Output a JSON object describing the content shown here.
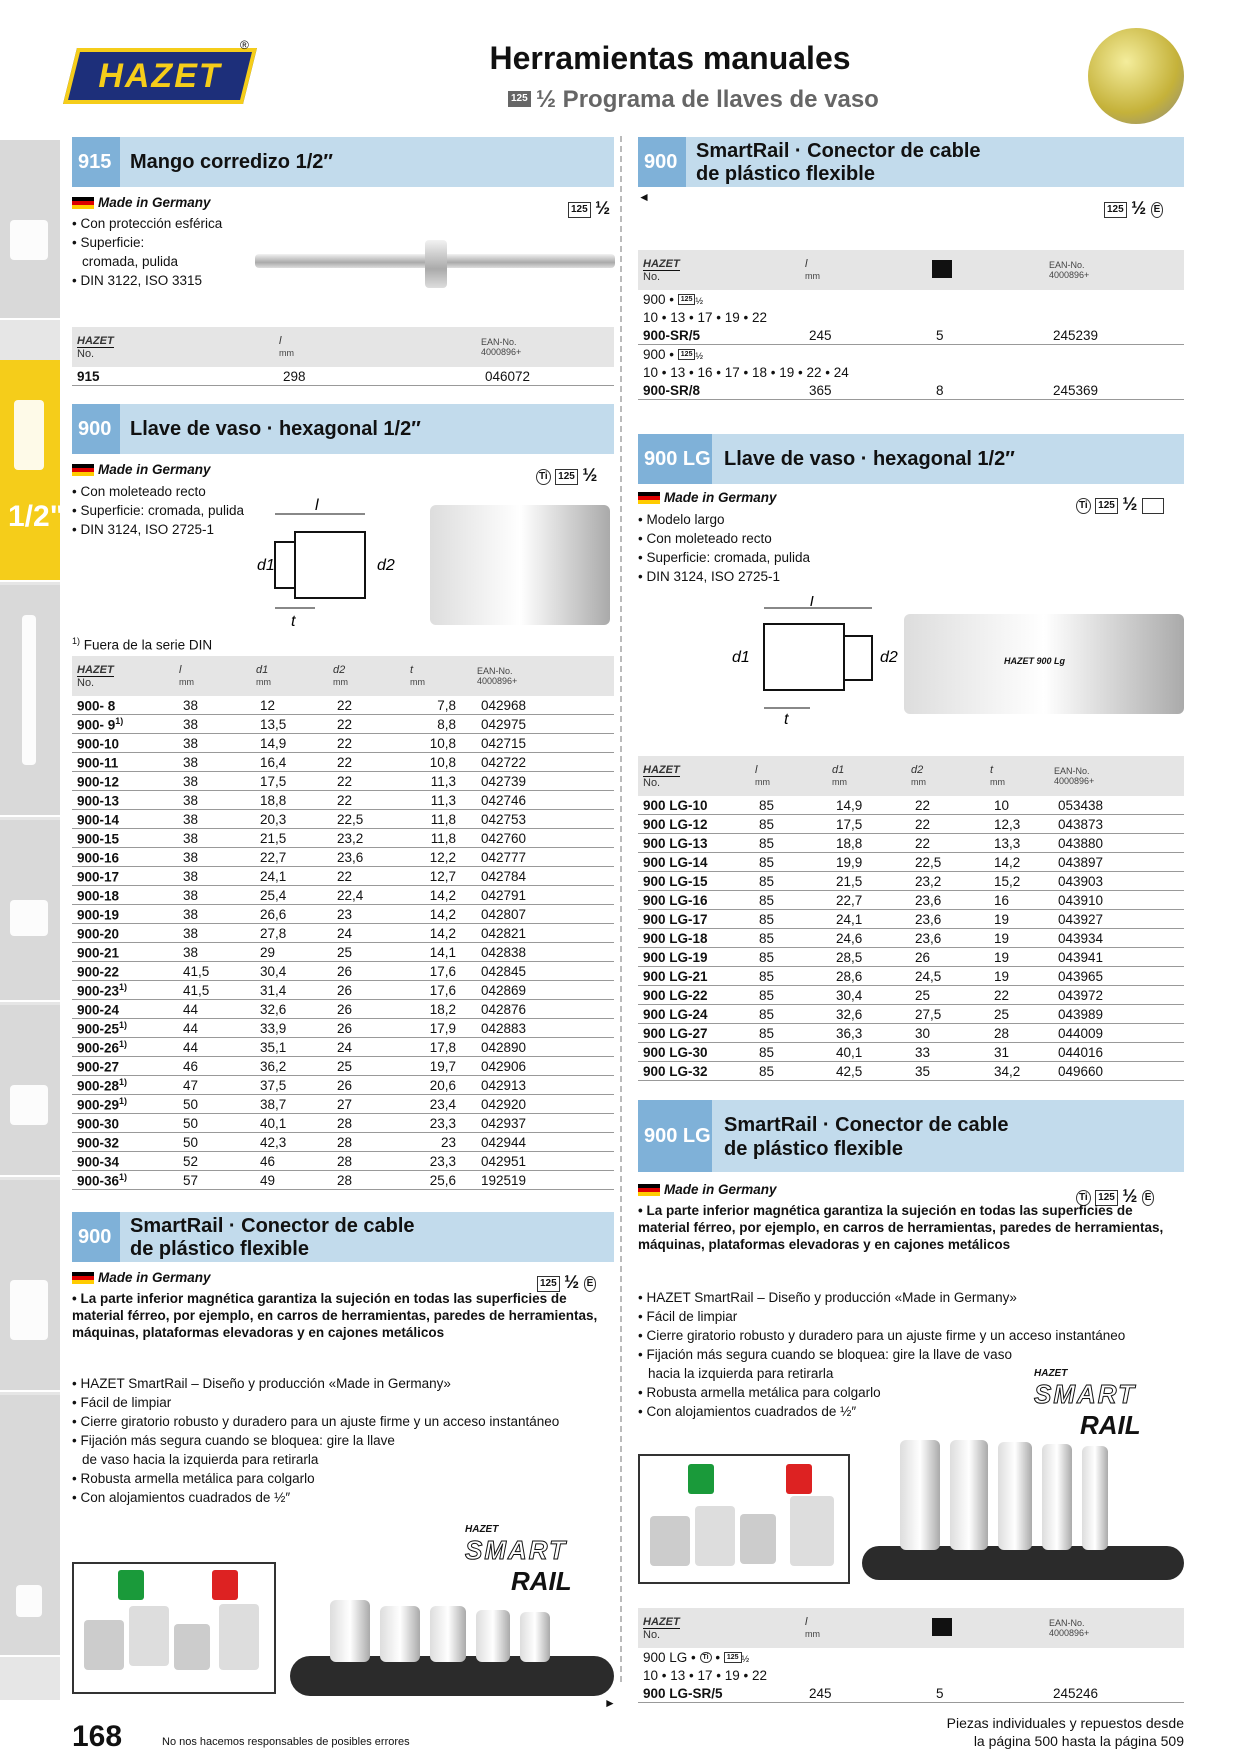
{
  "header": {
    "logo_text": "HAZET",
    "reg_mark": "®",
    "title": "Herramientas manuales",
    "subtitle_icon": "125",
    "subtitle": "½ Programa de llaves de vaso"
  },
  "sidebar": {
    "active_tab_label": "1/2\""
  },
  "sections": {
    "s915": {
      "code": "915",
      "title": "Mango corredizo 1/2″",
      "made": "Made in Germany",
      "drive": "½",
      "bullets": [
        "• Con protección esférica",
        "• Superficie:",
        "cromada, pulida",
        "• DIN 3122, ISO 3315"
      ],
      "table": {
        "h_no": "No.",
        "h_l": "l",
        "h_mm": "mm",
        "h_ean": "EAN-No.",
        "h_ean2": "4000896+",
        "rows": [
          [
            "915",
            "298",
            "046072"
          ]
        ]
      }
    },
    "s900": {
      "code": "900",
      "title": "Llave de vaso · hexagonal 1/2″",
      "made": "Made in Germany",
      "drive": "½",
      "bullets": [
        "• Con moleteado recto",
        "• Superficie: cromada, pulida",
        "• DIN 3124, ISO 2725-1"
      ],
      "note": "Fuera de la serie DIN",
      "note_sup": "1)",
      "table": {
        "h_no": "No.",
        "h_l": "l",
        "h_d1": "d1",
        "h_d2": "d2",
        "h_t": "t",
        "h_mm": "mm",
        "h_ean": "EAN-No.",
        "h_ean2": "4000896+",
        "rows": [
          [
            "900- 8",
            "",
            "38",
            "12",
            "22",
            "7,8",
            "042968"
          ],
          [
            "900- 9",
            "1)",
            "38",
            "13,5",
            "22",
            "8,8",
            "042975"
          ],
          [
            "900-10",
            "",
            "38",
            "14,9",
            "22",
            "10,8",
            "042715"
          ],
          [
            "900-11",
            "",
            "38",
            "16,4",
            "22",
            "10,8",
            "042722"
          ],
          [
            "900-12",
            "",
            "38",
            "17,5",
            "22",
            "11,3",
            "042739"
          ],
          [
            "900-13",
            "",
            "38",
            "18,8",
            "22",
            "11,3",
            "042746"
          ],
          [
            "900-14",
            "",
            "38",
            "20,3",
            "22,5",
            "11,8",
            "042753"
          ],
          [
            "900-15",
            "",
            "38",
            "21,5",
            "23,2",
            "11,8",
            "042760"
          ],
          [
            "900-16",
            "",
            "38",
            "22,7",
            "23,6",
            "12,2",
            "042777"
          ],
          [
            "900-17",
            "",
            "38",
            "24,1",
            "22",
            "12,7",
            "042784"
          ],
          [
            "900-18",
            "",
            "38",
            "25,4",
            "22,4",
            "14,2",
            "042791"
          ],
          [
            "900-19",
            "",
            "38",
            "26,6",
            "23",
            "14,2",
            "042807"
          ],
          [
            "900-20",
            "",
            "38",
            "27,8",
            "24",
            "14,2",
            "042821"
          ],
          [
            "900-21",
            "",
            "38",
            "29",
            "25",
            "14,1",
            "042838"
          ],
          [
            "900-22",
            "",
            "41,5",
            "30,4",
            "26",
            "17,6",
            "042845"
          ],
          [
            "900-23",
            "1)",
            "41,5",
            "31,4",
            "26",
            "17,6",
            "042869"
          ],
          [
            "900-24",
            "",
            "44",
            "32,6",
            "26",
            "18,2",
            "042876"
          ],
          [
            "900-25",
            "1)",
            "44",
            "33,9",
            "26",
            "17,9",
            "042883"
          ],
          [
            "900-26",
            "1)",
            "44",
            "35,1",
            "24",
            "17,8",
            "042890"
          ],
          [
            "900-27",
            "",
            "46",
            "36,2",
            "25",
            "19,7",
            "042906"
          ],
          [
            "900-28",
            "1)",
            "47",
            "37,5",
            "26",
            "20,6",
            "042913"
          ],
          [
            "900-29",
            "1)",
            "50",
            "38,7",
            "27",
            "23,4",
            "042920"
          ],
          [
            "900-30",
            "",
            "50",
            "40,1",
            "28",
            "23,3",
            "042937"
          ],
          [
            "900-32",
            "",
            "50",
            "42,3",
            "28",
            "23",
            "042944"
          ],
          [
            "900-34",
            "",
            "52",
            "46",
            "28",
            "23,3",
            "042951"
          ],
          [
            "900-36",
            "1)",
            "57",
            "49",
            "28",
            "25,6",
            "192519"
          ]
        ]
      }
    },
    "s900sr": {
      "code": "900",
      "title1": "SmartRail · Conector de cable",
      "title2": "de plástico flexible",
      "made": "Made in Germany",
      "drive": "½",
      "bold_text": "• La parte inferior magnética garantiza la sujeción en todas las superficies de material férreo, por ejemplo, en carros de herramientas, paredes de herramientas, máquinas, plataformas elevadoras y en cajones metálicos",
      "bullets": [
        "• HAZET SmartRail – Diseño y producción «Made in Germany»",
        "• Fácil de limpiar",
        "• Cierre giratorio robusto y duradero para un ajuste firme y un acceso instantáneo",
        "• Fijación más segura cuando se bloquea: gire la llave",
        "de vaso hacia la izquierda para retirarla",
        "• Robusta armella metálica para colgarlo",
        "• Con alojamientos cuadrados de ½″"
      ],
      "badge_e": "E",
      "smart_logo1": "SMART",
      "smart_logo2": "RAIL",
      "arrow": "►"
    },
    "s900sr_right": {
      "code": "900",
      "title1": "SmartRail · Conector de cable",
      "title2": "de plástico flexible",
      "arrow_left": "◄",
      "drive": "½",
      "badge_e": "E",
      "table": {
        "h_no": "No.",
        "h_l": "l",
        "h_mm": "mm",
        "h_ean": "EAN-No.",
        "h_ean2": "4000896+",
        "groups": [
          {
            "pre1": "900 •",
            "pre2": "½",
            "sizes": "10 • 13 • 17 • 19 • 22",
            "no": "900-SR/5",
            "l": "245",
            "n": "5",
            "ean": "245239"
          },
          {
            "pre1": "900 •",
            "pre2": "½",
            "sizes": "10 • 13 • 16 • 17 • 18 • 19 • 22 • 24",
            "no": "900-SR/8",
            "l": "365",
            "n": "8",
            "ean": "245369"
          }
        ]
      }
    },
    "s900lg": {
      "code": "900 LG",
      "title": "Llave de vaso · hexagonal 1/2″",
      "made": "Made in Germany",
      "drive": "½",
      "bullets": [
        "• Modelo largo",
        "• Con moleteado recto",
        "• Superficie: cromada, pulida",
        "• DIN 3124, ISO 2725-1"
      ],
      "photo_label": "HAZET    900 Lg",
      "table": {
        "h_no": "No.",
        "h_l": "l",
        "h_d1": "d1",
        "h_d2": "d2",
        "h_t": "t",
        "h_mm": "mm",
        "h_ean": "EAN-No.",
        "h_ean2": "4000896+",
        "rows": [
          [
            "900 LG-10",
            "85",
            "14,9",
            "22",
            "10",
            "053438"
          ],
          [
            "900 LG-12",
            "85",
            "17,5",
            "22",
            "12,3",
            "043873"
          ],
          [
            "900 LG-13",
            "85",
            "18,8",
            "22",
            "13,3",
            "043880"
          ],
          [
            "900 LG-14",
            "85",
            "19,9",
            "22,5",
            "14,2",
            "043897"
          ],
          [
            "900 LG-15",
            "85",
            "21,5",
            "23,2",
            "15,2",
            "043903"
          ],
          [
            "900 LG-16",
            "85",
            "22,7",
            "23,6",
            "16",
            "043910"
          ],
          [
            "900 LG-17",
            "85",
            "24,1",
            "23,6",
            "19",
            "043927"
          ],
          [
            "900 LG-18",
            "85",
            "24,6",
            "23,6",
            "19",
            "043934"
          ],
          [
            "900 LG-19",
            "85",
            "28,5",
            "26",
            "19",
            "043941"
          ],
          [
            "900 LG-21",
            "85",
            "28,6",
            "24,5",
            "19",
            "043965"
          ],
          [
            "900 LG-22",
            "85",
            "30,4",
            "25",
            "22",
            "043972"
          ],
          [
            "900 LG-24",
            "85",
            "32,6",
            "27,5",
            "25",
            "043989"
          ],
          [
            "900 LG-27",
            "85",
            "36,3",
            "30",
            "28",
            "044009"
          ],
          [
            "900 LG-30",
            "85",
            "40,1",
            "33",
            "31",
            "044016"
          ],
          [
            "900 LG-32",
            "85",
            "42,5",
            "35",
            "34,2",
            "049660"
          ]
        ]
      }
    },
    "s900lgsr": {
      "code": "900 LG",
      "title1": "SmartRail · Conector de cable",
      "title2": "de plástico flexible",
      "made": "Made in Germany",
      "drive": "½",
      "badge_e": "E",
      "bold_text": "• La parte inferior magnética garantiza la sujeción en todas las superficies de material férreo, por ejemplo, en carros de herramientas, paredes de herramientas, máquinas, plataformas elevadoras y en cajones metálicos",
      "bullets": [
        "• HAZET SmartRail – Diseño y producción «Made in Germany»",
        "• Fácil de limpiar",
        "• Cierre giratorio robusto y duradero para un ajuste firme y un acceso instantáneo",
        "• Fijación más segura cuando se bloquea: gire la llave de vaso",
        "hacia la izquierda para retirarla",
        "• Robusta armella metálica para colgarlo",
        "• Con alojamientos cuadrados de ½″"
      ],
      "smart_logo1": "SMART",
      "smart_logo2": "RAIL",
      "table": {
        "h_no": "No.",
        "h_l": "l",
        "h_mm": "mm",
        "h_ean": "EAN-No.",
        "h_ean2": "4000896+",
        "pre1": "900 LG •",
        "pre2": "½",
        "sizes": "10 • 13 • 17 • 19 • 22",
        "no": "900 LG-SR/5",
        "l": "245",
        "n": "5",
        "ean": "245246"
      }
    }
  },
  "footer": {
    "page": "168",
    "disclaimer": "No nos hacemos responsables de posibles errores",
    "right1": "Piezas individuales y repuestos desde",
    "right2": "la página 500 hasta la página 509"
  }
}
